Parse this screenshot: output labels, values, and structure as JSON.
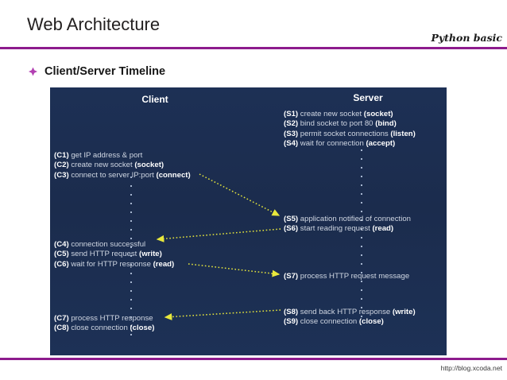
{
  "header": {
    "title": "Web Architecture",
    "subtitle": "Python basic",
    "rule_color": "#8d1b8d"
  },
  "bullet": {
    "icon": "diamond-bullet-icon",
    "label": "Client/Server Timeline",
    "color": "#b23fb2"
  },
  "diagram": {
    "panel_color": "#1d3055",
    "arrow_color": "#e8e83c",
    "client": {
      "heading": "Client",
      "groups": [
        {
          "steps": [
            {
              "tag": "(C1)",
              "text": "get IP address & port",
              "fn": ""
            },
            {
              "tag": "(C2)",
              "text": "create new socket",
              "fn": "(socket)"
            },
            {
              "tag": "(C3)",
              "text": "connect to server IP:port",
              "fn": "(connect)"
            }
          ]
        },
        {
          "steps": [
            {
              "tag": "(C4)",
              "text": "connection successful",
              "fn": ""
            },
            {
              "tag": "(C5)",
              "text": "send HTTP request",
              "fn": "(write)"
            },
            {
              "tag": "(C6)",
              "text": "wait for HTTP response",
              "fn": "(read)"
            }
          ]
        },
        {
          "steps": [
            {
              "tag": "(C7)",
              "text": "process HTTP response",
              "fn": ""
            },
            {
              "tag": "(C8)",
              "text": "close connection",
              "fn": "(close)"
            }
          ]
        }
      ]
    },
    "server": {
      "heading": "Server",
      "groups": [
        {
          "steps": [
            {
              "tag": "(S1)",
              "text": "create new socket",
              "fn": "(socket)"
            },
            {
              "tag": "(S2)",
              "text": "bind socket to port 80",
              "fn": "(bind)"
            },
            {
              "tag": "(S3)",
              "text": "permit socket connections",
              "fn": "(listen)"
            },
            {
              "tag": "(S4)",
              "text": "wait for connection",
              "fn": "(accept)"
            }
          ]
        },
        {
          "steps": [
            {
              "tag": "(S5)",
              "text": "application notified of connection",
              "fn": ""
            },
            {
              "tag": "(S6)",
              "text": "start reading request",
              "fn": "(read)"
            }
          ]
        },
        {
          "steps": [
            {
              "tag": "(S7)",
              "text": "process HTTP request message",
              "fn": ""
            }
          ]
        },
        {
          "steps": [
            {
              "tag": "(S8)",
              "text": "send back HTTP response",
              "fn": "(write)"
            },
            {
              "tag": "(S9)",
              "text": "close connection",
              "fn": "(close)"
            }
          ]
        }
      ]
    },
    "arrows": [
      {
        "name": "arrow-c3-to-s5",
        "from": "C3",
        "to": "S5",
        "direction": "client-to-server"
      },
      {
        "name": "arrow-s6-to-c4",
        "from": "S6",
        "to": "C4",
        "direction": "server-to-client"
      },
      {
        "name": "arrow-c6-to-s7",
        "from": "C6",
        "to": "S7",
        "direction": "client-to-server"
      },
      {
        "name": "arrow-s8-to-c7",
        "from": "S8",
        "to": "C7",
        "direction": "server-to-client"
      }
    ]
  },
  "footer": {
    "url": "http://blog.xcoda.net",
    "rule_color": "#8d1b8d"
  }
}
